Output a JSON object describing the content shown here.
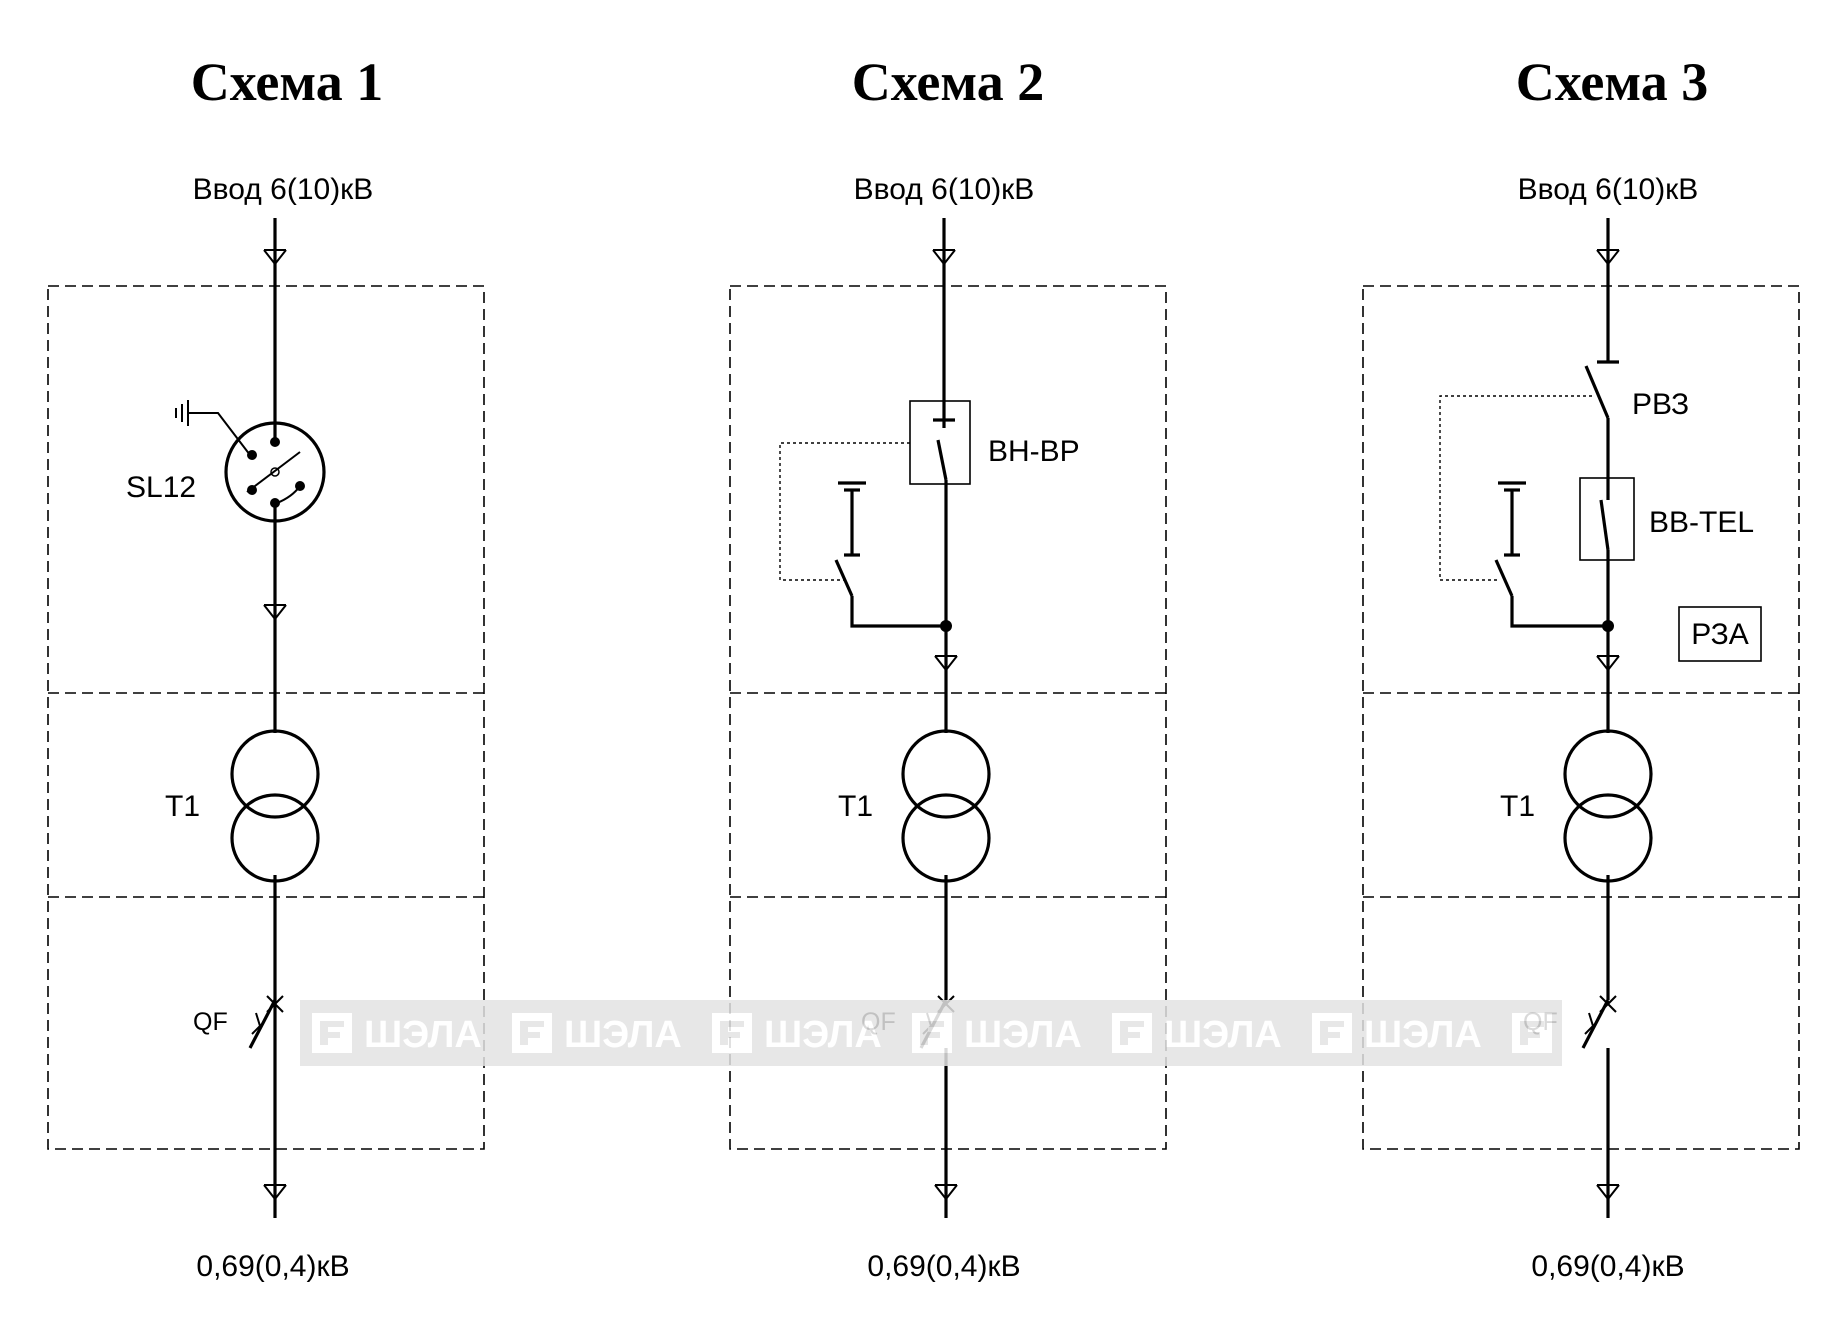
{
  "schemes": [
    {
      "title": "Схема 1",
      "input_label": "Ввод 6(10)кВ",
      "output_label": "0,69(0,4)кВ",
      "switch_label": "SL12",
      "transformer_label": "T1",
      "breaker_label": "QF"
    },
    {
      "title": "Схема 2",
      "input_label": "Ввод 6(10)кВ",
      "output_label": "0,69(0,4)кВ",
      "switch_label": "ВН-ВР",
      "transformer_label": "T1",
      "breaker_label": "QF"
    },
    {
      "title": "Схема 3",
      "input_label": "Ввод 6(10)кВ",
      "output_label": "0,69(0,4)кВ",
      "disconnector_label": "РВЗ",
      "switch_label": "BB-TEL",
      "protection_label": "РЗА",
      "transformer_label": "T1",
      "breaker_label": "QF"
    }
  ],
  "watermark": {
    "text": "ШЭЛА",
    "color": "#e3e3e3"
  }
}
